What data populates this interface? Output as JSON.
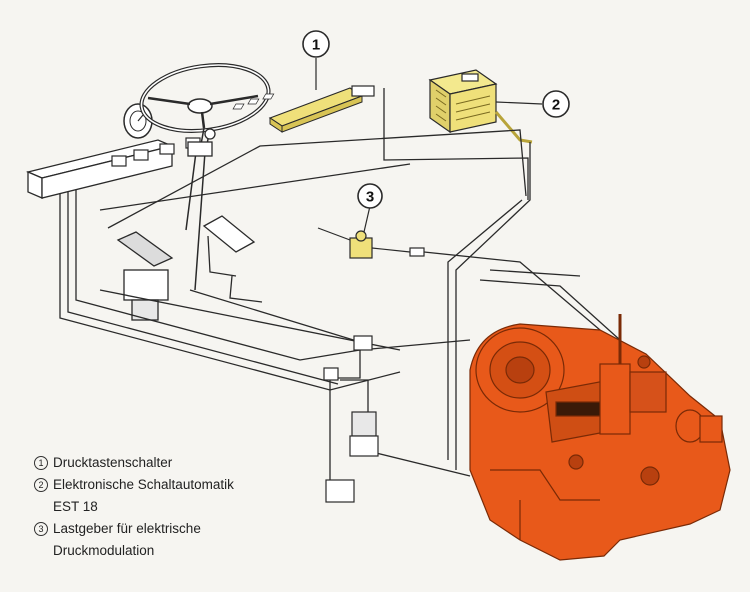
{
  "callouts": [
    {
      "num": "1"
    },
    {
      "num": "2"
    },
    {
      "num": "3"
    }
  ],
  "legend": [
    {
      "mark": "1",
      "lines": [
        "Drucktastenschalter"
      ]
    },
    {
      "mark": "2",
      "lines": [
        "Elektronische Schaltautomatik",
        "EST 18"
      ]
    },
    {
      "mark": "3",
      "lines": [
        "Lastgeber für elektrische",
        "Druckmodulation"
      ]
    }
  ],
  "colors": {
    "transmission": "#e8591a",
    "transmission_dark": "#b8400f",
    "yellow_parts": "#efe07a",
    "line": "#2a2a2a",
    "background": "#f6f5f1"
  }
}
